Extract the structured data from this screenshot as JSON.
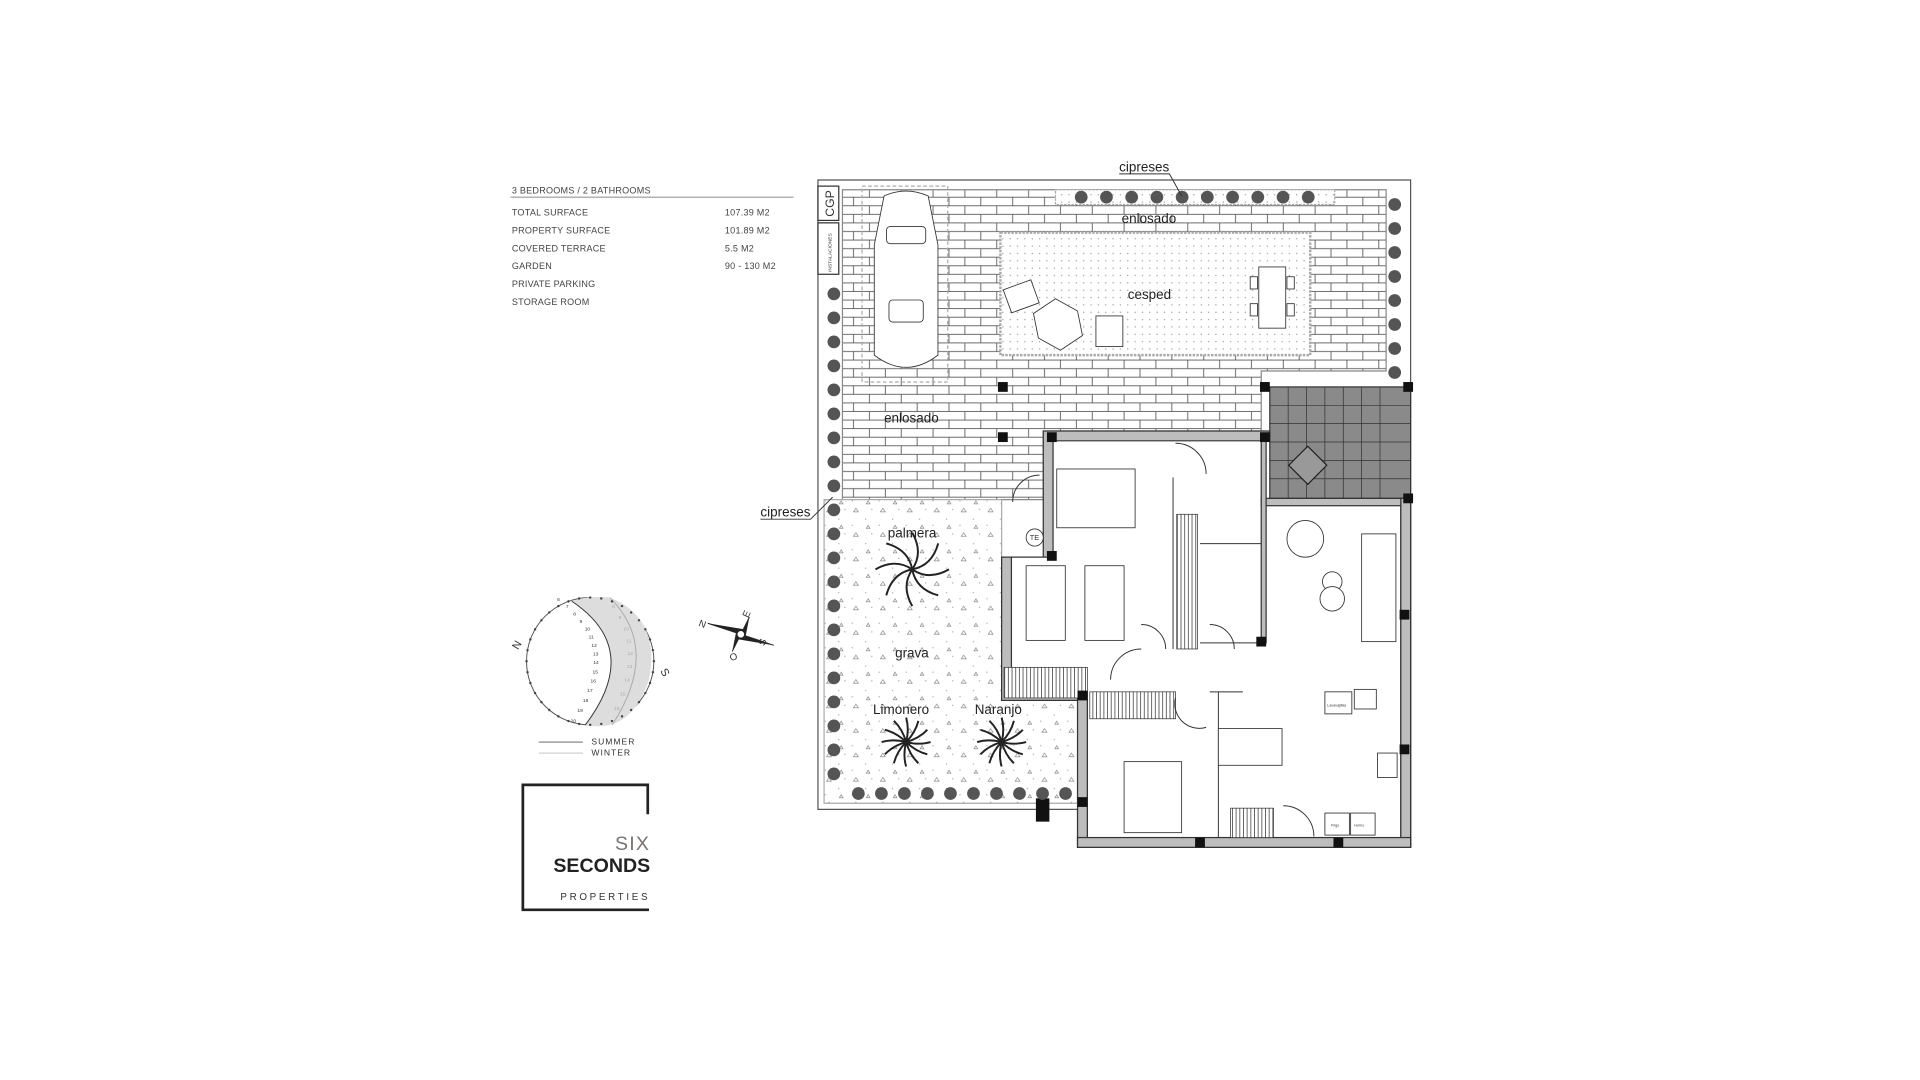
{
  "specs": {
    "title": "3 BEDROOMS / 2 BATHROOMS",
    "rows": [
      {
        "label": "TOTAL SURFACE",
        "value": "107.39 M2"
      },
      {
        "label": "PROPERTY SURFACE",
        "value": "101.89 M2"
      },
      {
        "label": "COVERED TERRACE",
        "value": "5.5 M2"
      },
      {
        "label": "GARDEN",
        "value": "90 - 130 M2"
      },
      {
        "label": "PRIVATE PARKING",
        "value": ""
      },
      {
        "label": "STORAGE ROOM",
        "value": ""
      }
    ]
  },
  "plan": {
    "cgp": "CGP",
    "instalaciones": "INSTALACIONES",
    "cipreses_top": "cipreses",
    "cipreses_left": "cipreses",
    "enlosado_top": "enlosado",
    "enlosado_left": "enlosado",
    "cesped": "cesped",
    "palmera": "palmera",
    "grava": "grava",
    "limonero": "Limonero",
    "naranjo": "Naranjo",
    "te": "TE",
    "kitchen_labels": [
      "Lavavajillas",
      "Frigo",
      "Horno"
    ]
  },
  "sun_path": {
    "north": "N",
    "south": "S",
    "summer_hours": [
      "6",
      "7",
      "8",
      "9",
      "10",
      "11",
      "12",
      "13",
      "14",
      "15",
      "16",
      "17",
      "18",
      "19",
      "20"
    ],
    "winter_hours": [
      "8",
      "9",
      "10",
      "11",
      "12",
      "13",
      "14",
      "15",
      "16"
    ],
    "legend": {
      "summer": "SUMMER",
      "winter": "WINTER"
    }
  },
  "compass": {
    "n": "N",
    "e": "E",
    "s": "S",
    "o": "O"
  },
  "logo": {
    "line1": "SIX",
    "line2": "SECONDS",
    "line3": "PROPERTIES"
  },
  "colors": {
    "terrace": "#8a8a8a",
    "wall": "#bdbdbd",
    "tree": "#555555",
    "logo_accent": "#7a7470"
  }
}
